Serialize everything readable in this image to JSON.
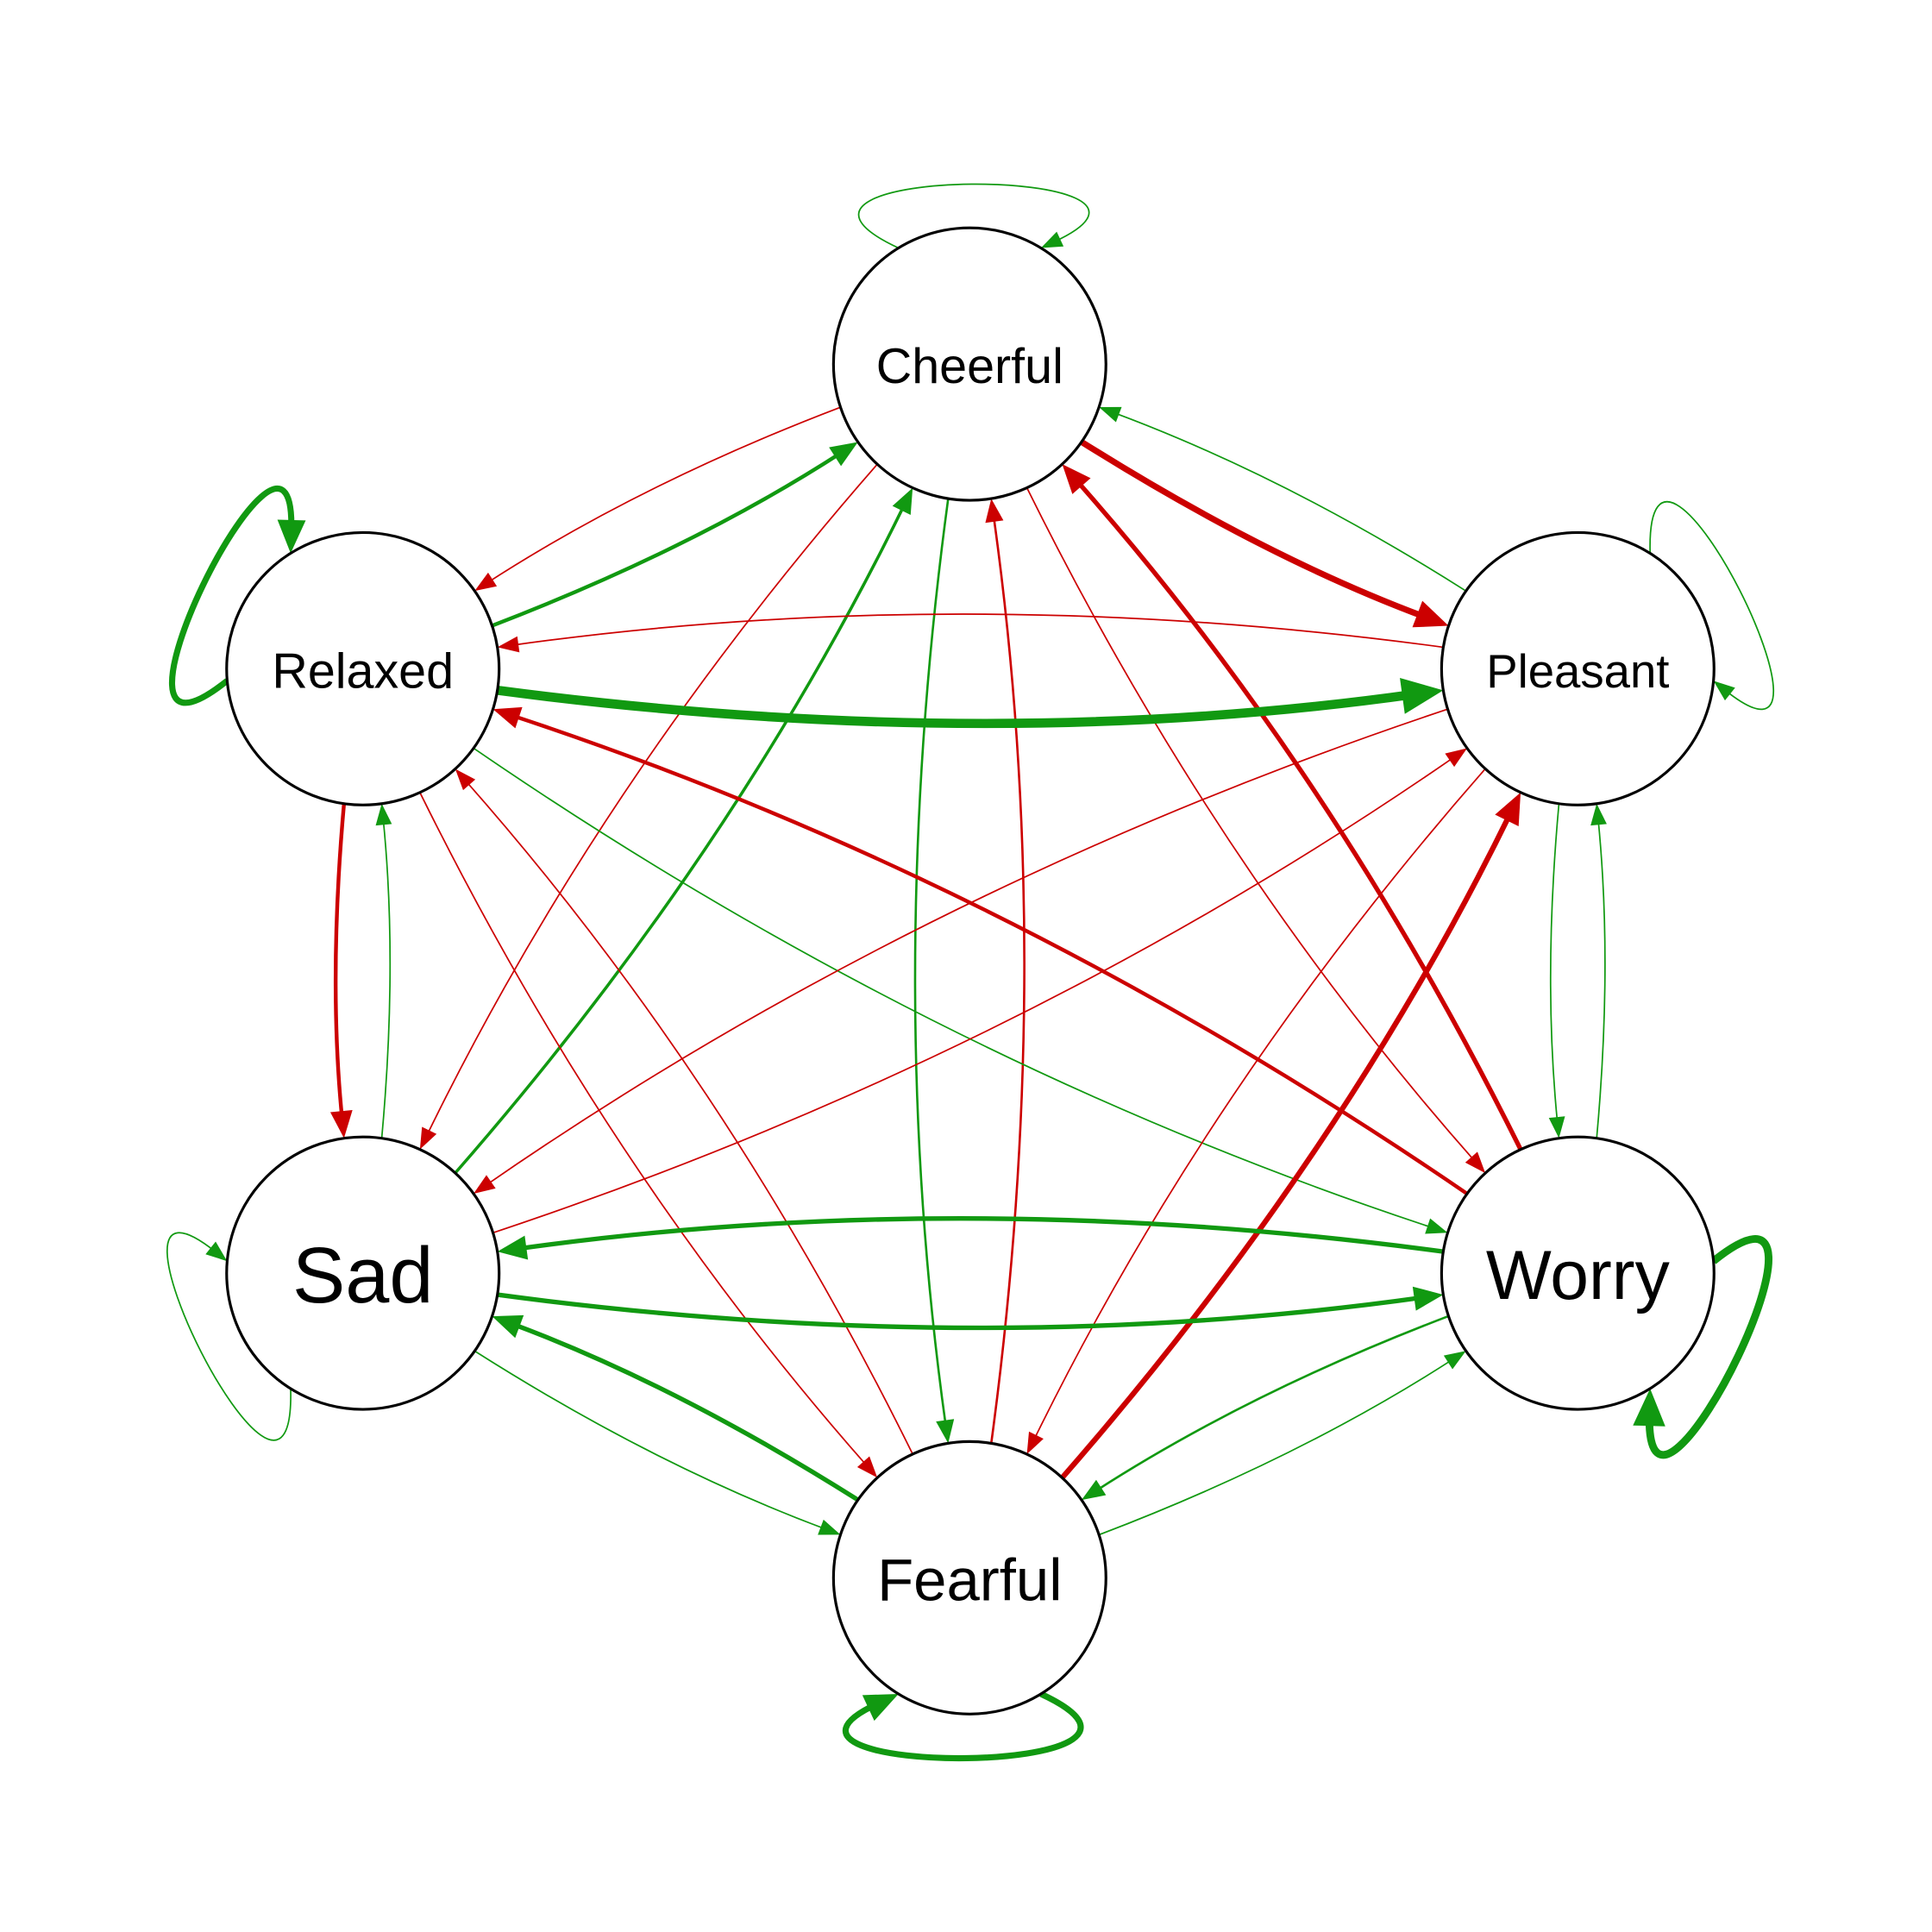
{
  "colors": {
    "positive": "#119911",
    "negative": "#CC0000",
    "node_fill": "#FFFFFF",
    "node_border": "#000000"
  },
  "nodes": [
    {
      "id": "cheerful",
      "label": "Cheerful"
    },
    {
      "id": "relaxed",
      "label": "Relaxed"
    },
    {
      "id": "pleasant",
      "label": "Pleasant"
    },
    {
      "id": "sad",
      "label": "Sad"
    },
    {
      "id": "worry",
      "label": "Worry"
    },
    {
      "id": "fearful",
      "label": "Fearful"
    }
  ],
  "edges": [
    {
      "from": "cheerful",
      "to": "cheerful",
      "sign": "positive",
      "weight": 1
    },
    {
      "from": "relaxed",
      "to": "relaxed",
      "sign": "positive",
      "weight": 4
    },
    {
      "from": "pleasant",
      "to": "pleasant",
      "sign": "positive",
      "weight": 1
    },
    {
      "from": "sad",
      "to": "sad",
      "sign": "positive",
      "weight": 1
    },
    {
      "from": "worry",
      "to": "worry",
      "sign": "positive",
      "weight": 5
    },
    {
      "from": "fearful",
      "to": "fearful",
      "sign": "positive",
      "weight": 4
    },
    {
      "from": "cheerful",
      "to": "relaxed",
      "sign": "negative",
      "weight": 1
    },
    {
      "from": "relaxed",
      "to": "cheerful",
      "sign": "positive",
      "weight": 2.5
    },
    {
      "from": "pleasant",
      "to": "cheerful",
      "sign": "positive",
      "weight": 1
    },
    {
      "from": "cheerful",
      "to": "pleasant",
      "sign": "negative",
      "weight": 4
    },
    {
      "from": "worry",
      "to": "cheerful",
      "sign": "negative",
      "weight": 3
    },
    {
      "from": "cheerful",
      "to": "sad",
      "sign": "negative",
      "weight": 1
    },
    {
      "from": "sad",
      "to": "cheerful",
      "sign": "positive",
      "weight": 2
    },
    {
      "from": "cheerful",
      "to": "fearful",
      "sign": "positive",
      "weight": 1.5
    },
    {
      "from": "fearful",
      "to": "cheerful",
      "sign": "negative",
      "weight": 1.5
    },
    {
      "from": "cheerful",
      "to": "worry",
      "sign": "negative",
      "weight": 1
    },
    {
      "from": "pleasant",
      "to": "relaxed",
      "sign": "negative",
      "weight": 1
    },
    {
      "from": "relaxed",
      "to": "pleasant",
      "sign": "positive",
      "weight": 6
    },
    {
      "from": "worry",
      "to": "relaxed",
      "sign": "negative",
      "weight": 2.5
    },
    {
      "from": "relaxed",
      "to": "worry",
      "sign": "positive",
      "weight": 1
    },
    {
      "from": "relaxed",
      "to": "sad",
      "sign": "negative",
      "weight": 2.5
    },
    {
      "from": "sad",
      "to": "relaxed",
      "sign": "positive",
      "weight": 1
    },
    {
      "from": "relaxed",
      "to": "fearful",
      "sign": "negative",
      "weight": 1
    },
    {
      "from": "fearful",
      "to": "relaxed",
      "sign": "negative",
      "weight": 1
    },
    {
      "from": "pleasant",
      "to": "sad",
      "sign": "negative",
      "weight": 1
    },
    {
      "from": "sad",
      "to": "pleasant",
      "sign": "negative",
      "weight": 1
    },
    {
      "from": "pleasant",
      "to": "worry",
      "sign": "positive",
      "weight": 1
    },
    {
      "from": "worry",
      "to": "pleasant",
      "sign": "positive",
      "weight": 1
    },
    {
      "from": "pleasant",
      "to": "fearful",
      "sign": "negative",
      "weight": 1
    },
    {
      "from": "fearful",
      "to": "pleasant",
      "sign": "negative",
      "weight": 3.5
    },
    {
      "from": "worry",
      "to": "sad",
      "sign": "positive",
      "weight": 3
    },
    {
      "from": "sad",
      "to": "worry",
      "sign": "positive",
      "weight": 3
    },
    {
      "from": "fearful",
      "to": "sad",
      "sign": "positive",
      "weight": 3
    },
    {
      "from": "sad",
      "to": "fearful",
      "sign": "positive",
      "weight": 1
    },
    {
      "from": "worry",
      "to": "fearful",
      "sign": "positive",
      "weight": 1.5
    },
    {
      "from": "fearful",
      "to": "worry",
      "sign": "positive",
      "weight": 1
    }
  ]
}
